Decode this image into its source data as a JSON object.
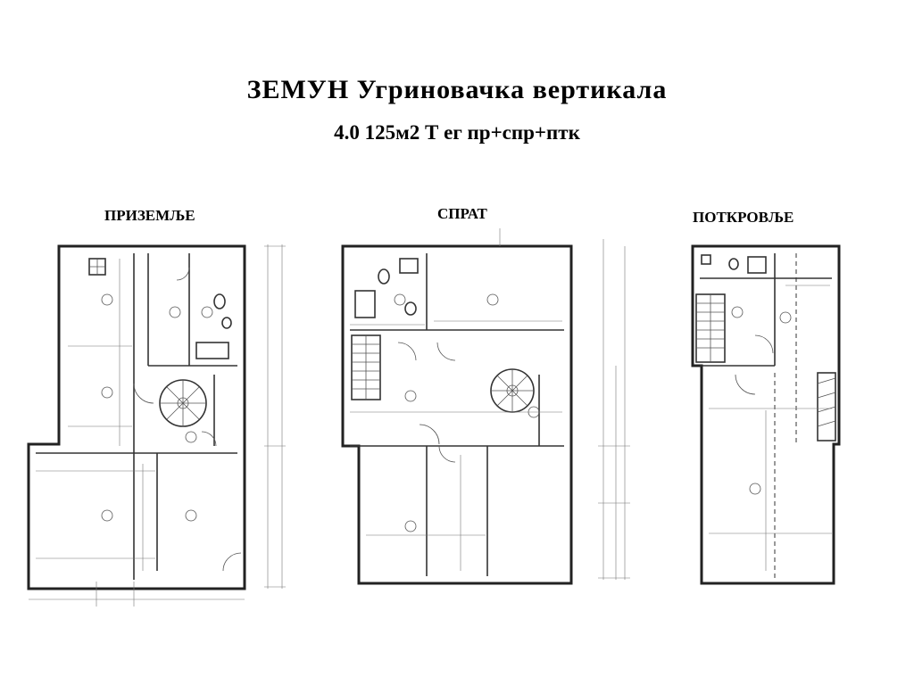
{
  "header": {
    "title": "ЗЕМУН Угриновачка вертикала",
    "subtitle": "4.0 125м2 Т ег пр+спр+птк"
  },
  "floors": [
    {
      "label": "ПРИЗЕМЉЕ"
    },
    {
      "label": "СПРАТ"
    },
    {
      "label": "ПОТКРОВЉЕ"
    }
  ]
}
